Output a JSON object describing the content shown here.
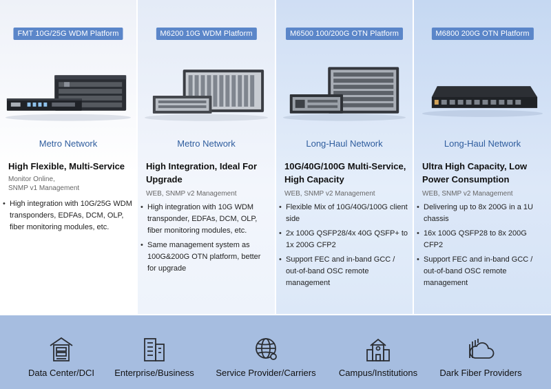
{
  "platforms": [
    {
      "badge": "FMT 10G/25G WDM Platform",
      "network": "Metro Network",
      "title": "High Flexible, Multi-Service",
      "management": [
        "Monitor Online,",
        "SNMP v1 Management"
      ],
      "bullets": [
        "High integration with 10G/25G WDM transponders, EDFAs, DCM, OLP, fiber monitoring modules, etc."
      ]
    },
    {
      "badge": "M6200 10G WDM Platform",
      "network": "Metro Network",
      "title": "High Integration, Ideal For Upgrade",
      "management": [
        "WEB, SNMP v2 Management"
      ],
      "bullets": [
        "High integration with 10G WDM transponder, EDFAs, DCM, OLP, fiber monitoring modules, etc.",
        "Same management system as 100G&200G OTN platform, better for upgrade"
      ]
    },
    {
      "badge": "M6500 100/200G OTN Platform",
      "network": "Long-Haul Network",
      "title": "10G/40G/100G Multi-Service, High Capacity",
      "management": [
        "WEB, SNMP v2 Management"
      ],
      "bullets": [
        "Flexible Mix of 10G/40G/100G client side",
        "2x 100G QSFP28/4x 40G QSFP+ to 1x 200G CFP2",
        "Support FEC and in-band GCC / out-of-band OSC remote management"
      ]
    },
    {
      "badge": "M6800 200G OTN Platform",
      "network": "Long-Haul Network",
      "title": "Ultra High Capacity, Low Power Consumption",
      "management": [
        "WEB, SNMP v2 Management"
      ],
      "bullets": [
        "Delivering up to 8x 200G in a 1U chassis",
        "16x 100G QSFP28 to 8x 200G CFP2",
        "Support FEC and in-band GCC / out-of-band OSC remote management"
      ]
    }
  ],
  "industries": [
    {
      "label": "Data Center/DCI",
      "icon": "data-center-icon"
    },
    {
      "label": "Enterprise/Business",
      "icon": "enterprise-building-icon"
    },
    {
      "label": "Service Provider/Carriers",
      "icon": "globe-network-icon"
    },
    {
      "label": "Campus/Institutions",
      "icon": "campus-school-icon"
    },
    {
      "label": "Dark Fiber Providers",
      "icon": "dark-fiber-cloud-icon"
    }
  ],
  "colors": {
    "badge": "#5b86c9",
    "network_text": "#2f5d9e",
    "bottom_band": "#a6bde0"
  }
}
